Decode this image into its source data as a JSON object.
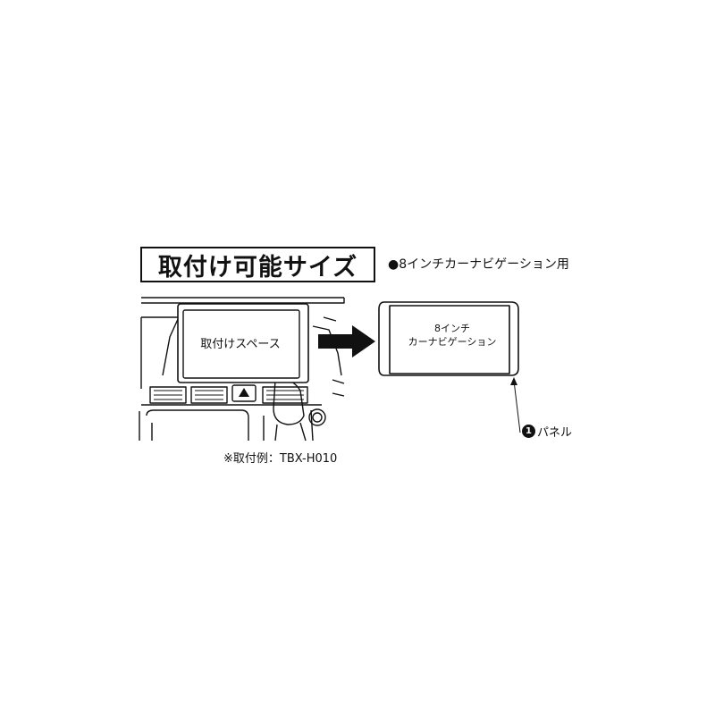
{
  "title": "取付け可能サイズ",
  "usage_note": "●8インチカーナビゲーション用",
  "install_space_label": "取付けスペース",
  "install_example": "※取付例：TBX-H010",
  "unit": {
    "line1": "8インチ",
    "line2": "カーナビゲーション"
  },
  "callout": {
    "number": "1",
    "label": "パネル"
  },
  "colors": {
    "line": "#111111",
    "background": "#ffffff"
  }
}
